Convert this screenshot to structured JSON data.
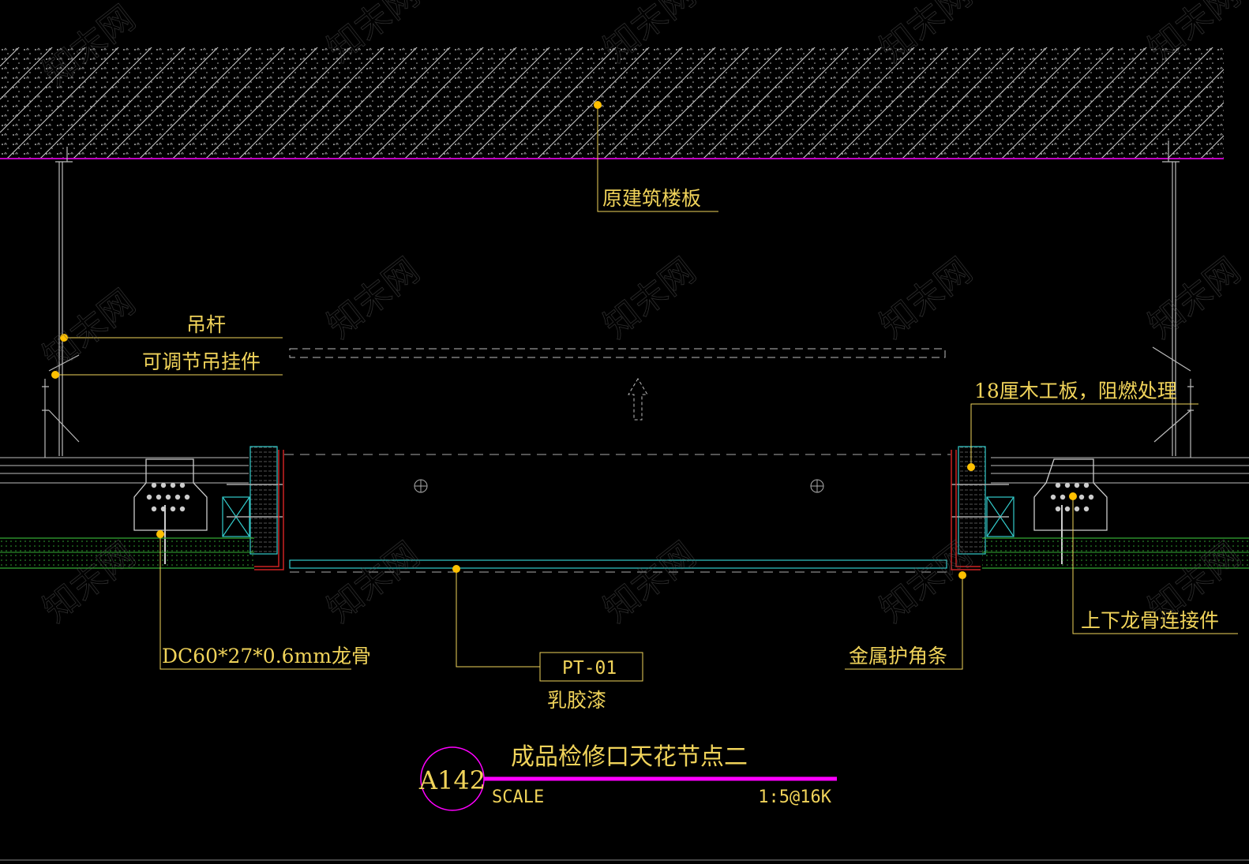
{
  "labels": {
    "floor_slab": "原建筑楼板",
    "hanger_rod": "吊杆",
    "adjustable_hanger": "可调节吊挂件",
    "plywood": "18厘木工板，阻燃处理",
    "keel": "DC60*27*0.6mm龙骨",
    "keel_connector": "上下龙骨连接件",
    "corner_strip": "金属护角条",
    "paint_code": "PT-01",
    "paint_name": "乳胶漆"
  },
  "title_block": {
    "drawing_number": "A142",
    "title": "成品检修口天花节点二",
    "scale_label": "SCALE",
    "scale_value": "1:5@16K"
  },
  "watermark": "知末网",
  "colors": {
    "background": "#000000",
    "text": "#f0d35a",
    "leader_dot": "#ffc000",
    "magenta": "#ff00ff",
    "cyan": "#33cccc",
    "red": "#cc2222",
    "green": "#33aa33",
    "gray": "#aaaaaa"
  }
}
